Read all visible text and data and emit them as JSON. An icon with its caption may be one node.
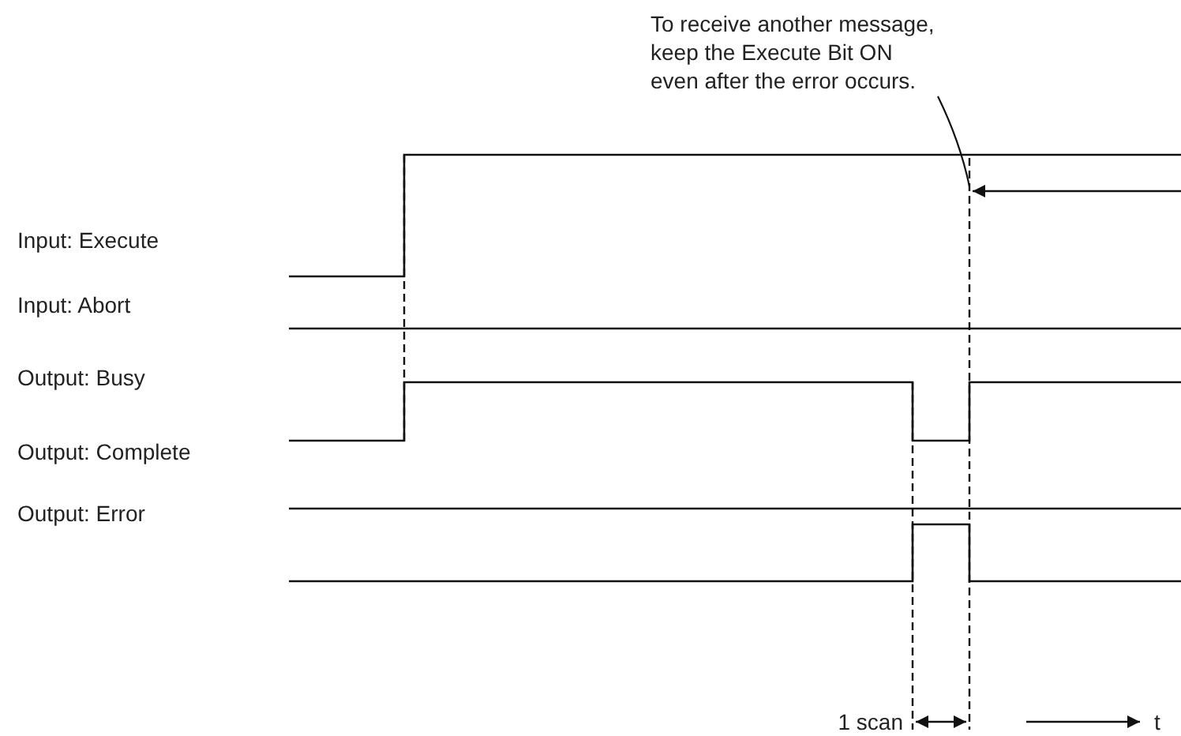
{
  "diagram": {
    "nodes": [
      {
        "text": [
          "To receive another message, keep the Execute Bit ON even after the error occurs."
        ]
      },
      {
        "text": [],
        "shape": "arrow"
      }
    ],
    "edges": [
      {
        "from": 0,
        "to": 1,
        "arrow": "none"
      }
    ],
    "labels": [
      "Input: Execute",
      "Input: Abort",
      "Output: Busy",
      "Output: Complete",
      "Output: Error",
      "1 scan",
      "t"
    ]
  }
}
